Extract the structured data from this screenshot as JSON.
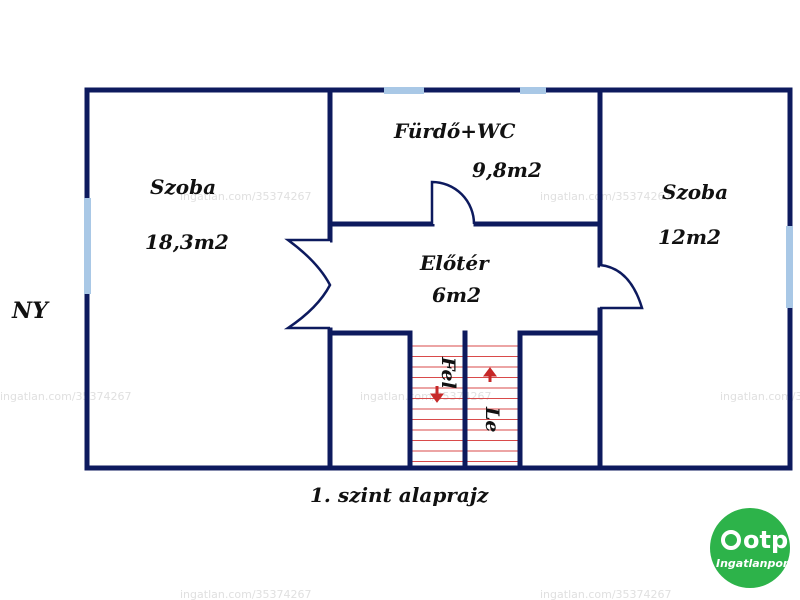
{
  "rooms": {
    "left_room": {
      "name": "Szoba",
      "area": "18,3m2"
    },
    "bathroom": {
      "name": "Fürdő+WC",
      "area": "9,8m2"
    },
    "right_room": {
      "name": "Szoba",
      "area": "12m2"
    },
    "hallway": {
      "name": "Előtér",
      "area": "6m2"
    }
  },
  "stairs": {
    "up": "Fel",
    "down": "Le"
  },
  "compass": "NY",
  "caption": "1. szint alaprajz",
  "watermark": "ingatlan.com/35374267",
  "logo": {
    "brand": "otp",
    "sub": "Ingatlanpont"
  },
  "colors": {
    "wall": "#0d1a5e",
    "window": "#a9c8e6",
    "stair_line": "#d94a4a",
    "arrow": "#c62828",
    "logo_green": "#2db34a"
  }
}
